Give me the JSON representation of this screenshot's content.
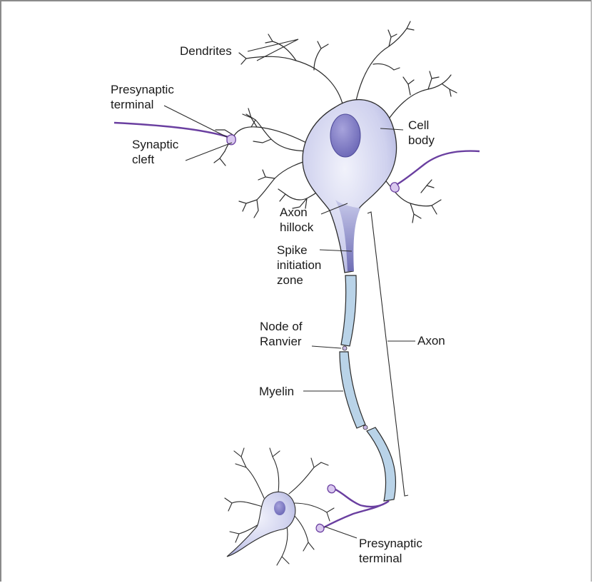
{
  "labels": {
    "dendrites": "Dendrites",
    "presynaptic_terminal_top": "Presynaptic\nterminal",
    "synaptic_cleft": "Synaptic\ncleft",
    "cell_body": "Cell\nbody",
    "axon_hillock": "Axon\nhillock",
    "spike_initiation_zone": "Spike\ninitiation\nzone",
    "node_of_ranvier": "Node of\nRanvier",
    "axon": "Axon",
    "myelin": "Myelin",
    "presynaptic_terminal_bottom": "Presynaptic\nterminal"
  },
  "colors": {
    "cell_fill": "#cdd0ef",
    "nucleus": "#7c78c4",
    "myelin": "#b7d3e8",
    "presynaptic_axon": "#6a3fa0",
    "line": "#2b2b2b"
  }
}
